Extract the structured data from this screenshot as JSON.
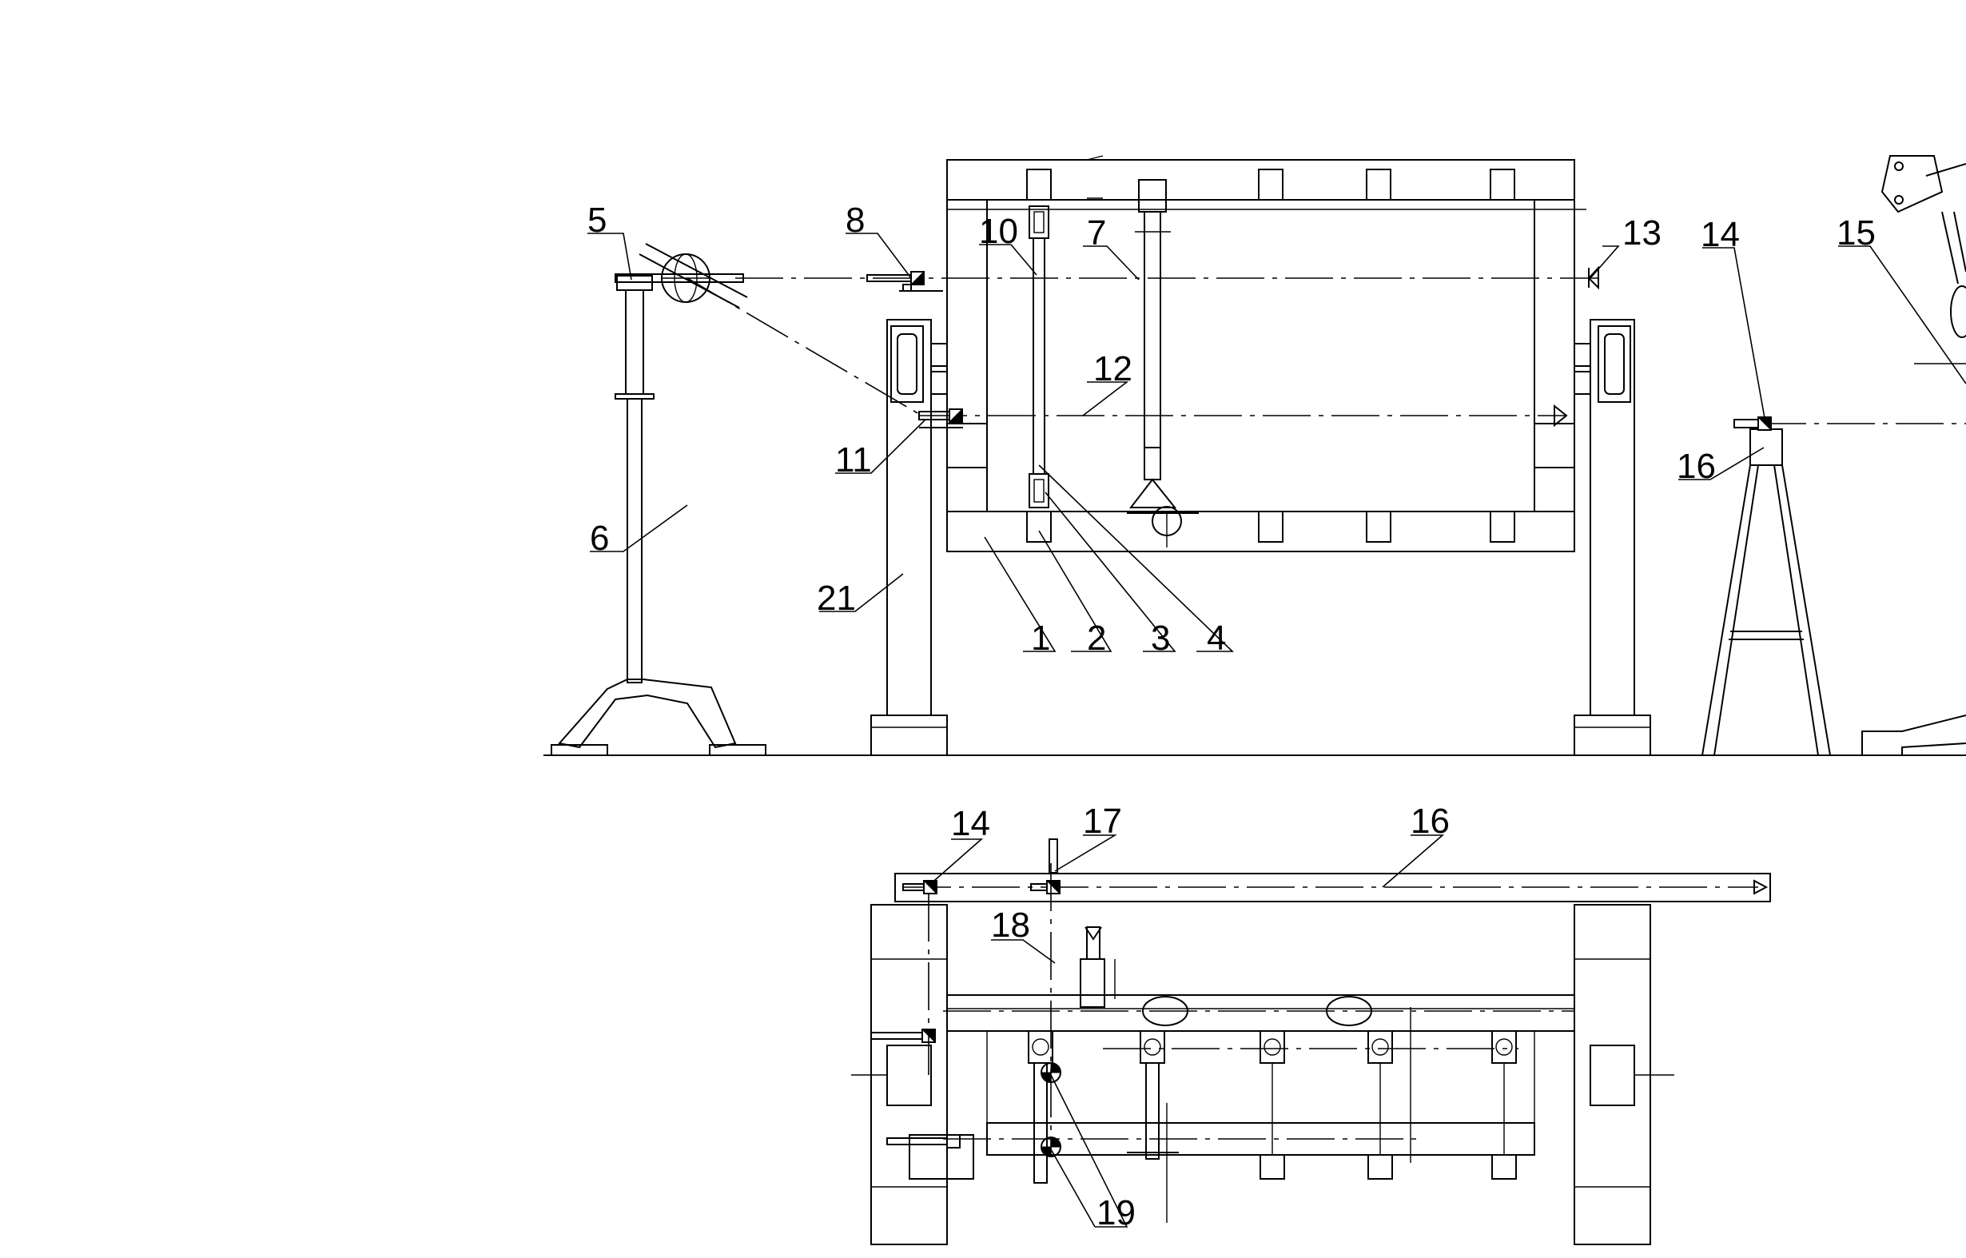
{
  "labels": {
    "l1": "1",
    "l2": "2",
    "l3": "3",
    "l4": "4",
    "l5": "5",
    "l6": "6",
    "l7": "7",
    "l8": "8",
    "l10": "10",
    "l11": "11",
    "l12": "12",
    "l13": "13",
    "l14_top": "14",
    "l15": "15",
    "l16_top": "16",
    "l21": "21",
    "l14_bot": "14",
    "l16_bot": "16",
    "l17": "17",
    "l18": "18",
    "l19": "19"
  }
}
